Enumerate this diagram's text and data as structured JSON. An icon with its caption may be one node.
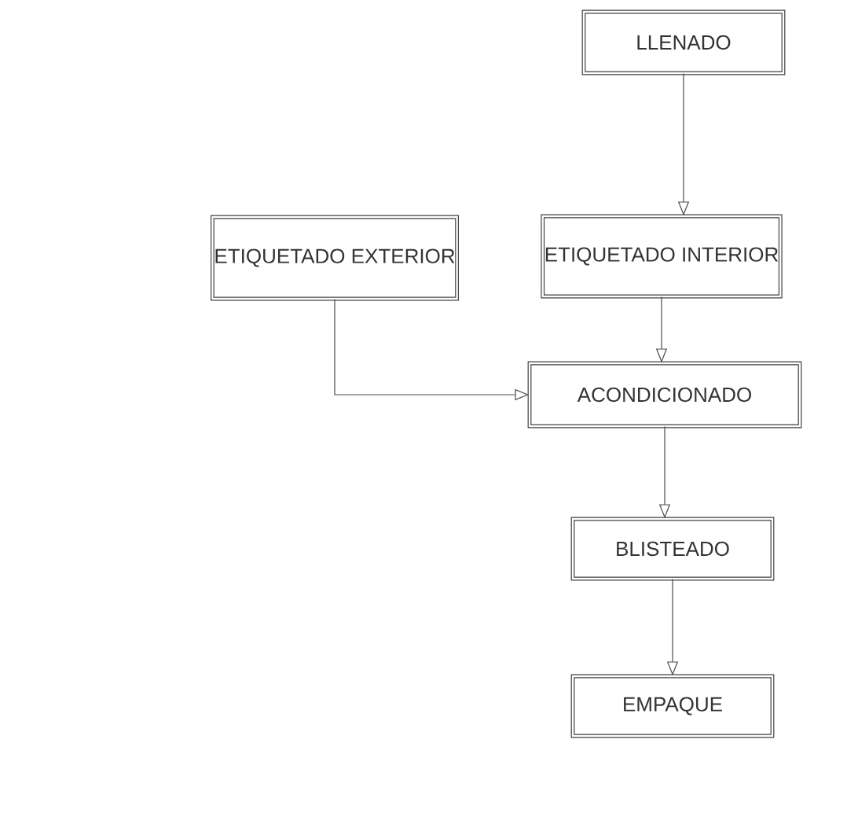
{
  "diagram": {
    "nodes": [
      {
        "text": [
          "LLENADO"
        ]
      },
      {
        "text": [
          "ETIQUETADO EXTERIOR"
        ]
      },
      {
        "text": [
          "ETIQUETADO INTERIOR"
        ]
      },
      {
        "text": [
          "ACONDICIONADO"
        ]
      },
      {
        "text": [
          "BLISTEADO"
        ]
      },
      {
        "text": [
          "EMPAQUE"
        ]
      }
    ],
    "edges": [
      {
        "from": 0,
        "to": 2,
        "arrow": "to"
      },
      {
        "from": 2,
        "to": 3,
        "arrow": "to"
      },
      {
        "from": 1,
        "to": 3,
        "arrow": "to"
      },
      {
        "from": 3,
        "to": 4,
        "arrow": "to"
      },
      {
        "from": 4,
        "to": 5,
        "arrow": "to"
      }
    ]
  }
}
